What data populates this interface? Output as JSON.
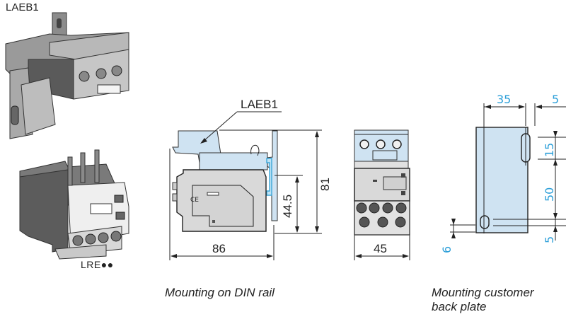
{
  "product_labels": {
    "top_accessory": "LAEB1",
    "relay": "LRE●●"
  },
  "din_rail_view": {
    "callout": "LAEB1",
    "dimensions": {
      "width": "86",
      "height_total": "81",
      "height_rail": "44.5",
      "front_width": "45"
    },
    "caption": "Mounting on DIN rail"
  },
  "back_plate_view": {
    "dimensions": {
      "horizontal_spacing": "35",
      "edge_offset": "5",
      "slot_length": "15",
      "vertical_spacing": "50",
      "bottom_offset": "5",
      "hole_size": "6"
    },
    "caption_line1": "Mounting customer",
    "caption_line2": "back plate"
  },
  "colors": {
    "accessory_fill": "#cfe3f2",
    "body_fill": "#d9d9d9",
    "dark_body": "#555555",
    "dimension_blue": "#2a9ed8",
    "rail_blue": "#3aa6d8"
  }
}
